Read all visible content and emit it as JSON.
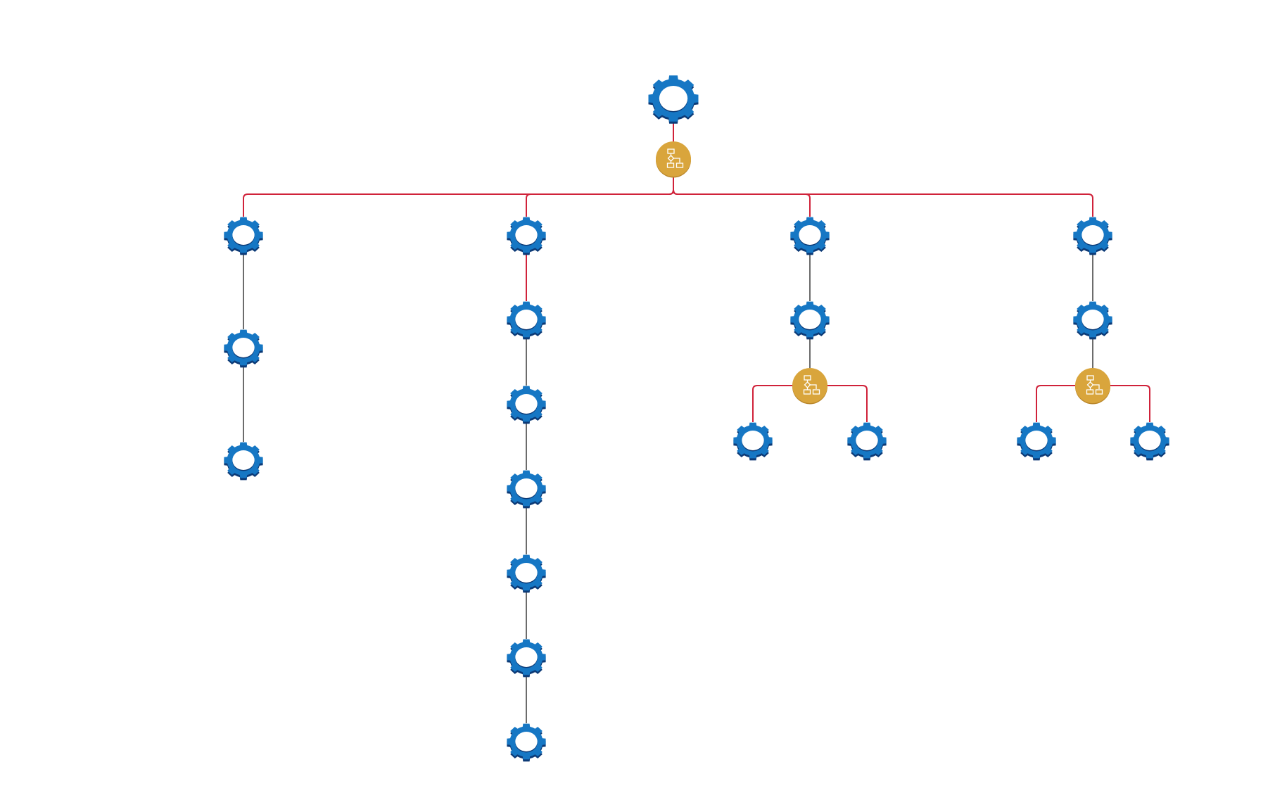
{
  "diagram": {
    "type": "workflow-tree",
    "colors": {
      "background": "#ffffff",
      "gear_fill": "#1677c4",
      "gear_shadow": "#0c3a76",
      "gear_hole": "#ffffff",
      "decision_fill": "#d9a53c",
      "decision_stroke": "#b9862a",
      "decision_icon": "#ffffff",
      "branch_edge": "#d0223a",
      "sequence_edge": "#3a3a3a"
    },
    "nodes": [
      {
        "id": "root",
        "kind": "gear",
        "icon": "gear-icon",
        "size": "large"
      },
      {
        "id": "dec-root",
        "kind": "decision",
        "icon": "flowchart-icon"
      },
      {
        "id": "a1",
        "kind": "gear",
        "icon": "gear-icon"
      },
      {
        "id": "a2",
        "kind": "gear",
        "icon": "gear-icon"
      },
      {
        "id": "a3",
        "kind": "gear",
        "icon": "gear-icon"
      },
      {
        "id": "b1",
        "kind": "gear",
        "icon": "gear-icon"
      },
      {
        "id": "b2",
        "kind": "gear",
        "icon": "gear-icon"
      },
      {
        "id": "b3",
        "kind": "gear",
        "icon": "gear-icon"
      },
      {
        "id": "b4",
        "kind": "gear",
        "icon": "gear-icon"
      },
      {
        "id": "b5",
        "kind": "gear",
        "icon": "gear-icon"
      },
      {
        "id": "b6",
        "kind": "gear",
        "icon": "gear-icon"
      },
      {
        "id": "b7",
        "kind": "gear",
        "icon": "gear-icon"
      },
      {
        "id": "c1",
        "kind": "gear",
        "icon": "gear-icon"
      },
      {
        "id": "c2",
        "kind": "gear",
        "icon": "gear-icon"
      },
      {
        "id": "dec-c",
        "kind": "decision",
        "icon": "flowchart-icon"
      },
      {
        "id": "c3",
        "kind": "gear",
        "icon": "gear-icon"
      },
      {
        "id": "c4",
        "kind": "gear",
        "icon": "gear-icon"
      },
      {
        "id": "d1",
        "kind": "gear",
        "icon": "gear-icon"
      },
      {
        "id": "d2",
        "kind": "gear",
        "icon": "gear-icon"
      },
      {
        "id": "dec-d",
        "kind": "decision",
        "icon": "flowchart-icon"
      },
      {
        "id": "d3",
        "kind": "gear",
        "icon": "gear-icon"
      },
      {
        "id": "d4",
        "kind": "gear",
        "icon": "gear-icon"
      }
    ],
    "edges": [
      {
        "from": "root",
        "to": "dec-root",
        "style": "branch"
      },
      {
        "from": "dec-root",
        "to": "a1",
        "style": "branch"
      },
      {
        "from": "dec-root",
        "to": "b1",
        "style": "branch"
      },
      {
        "from": "dec-root",
        "to": "c1",
        "style": "branch"
      },
      {
        "from": "dec-root",
        "to": "d1",
        "style": "branch"
      },
      {
        "from": "a1",
        "to": "a2",
        "style": "sequence"
      },
      {
        "from": "a2",
        "to": "a3",
        "style": "sequence"
      },
      {
        "from": "b1",
        "to": "b2",
        "style": "branch"
      },
      {
        "from": "b2",
        "to": "b3",
        "style": "sequence"
      },
      {
        "from": "b3",
        "to": "b4",
        "style": "sequence"
      },
      {
        "from": "b4",
        "to": "b5",
        "style": "sequence"
      },
      {
        "from": "b5",
        "to": "b6",
        "style": "sequence"
      },
      {
        "from": "b6",
        "to": "b7",
        "style": "sequence"
      },
      {
        "from": "c1",
        "to": "c2",
        "style": "sequence"
      },
      {
        "from": "c2",
        "to": "dec-c",
        "style": "sequence"
      },
      {
        "from": "dec-c",
        "to": "c3",
        "style": "branch"
      },
      {
        "from": "dec-c",
        "to": "c4",
        "style": "branch"
      },
      {
        "from": "d1",
        "to": "d2",
        "style": "sequence"
      },
      {
        "from": "d2",
        "to": "dec-d",
        "style": "sequence"
      },
      {
        "from": "dec-d",
        "to": "d3",
        "style": "branch"
      },
      {
        "from": "dec-d",
        "to": "d4",
        "style": "branch"
      }
    ]
  }
}
